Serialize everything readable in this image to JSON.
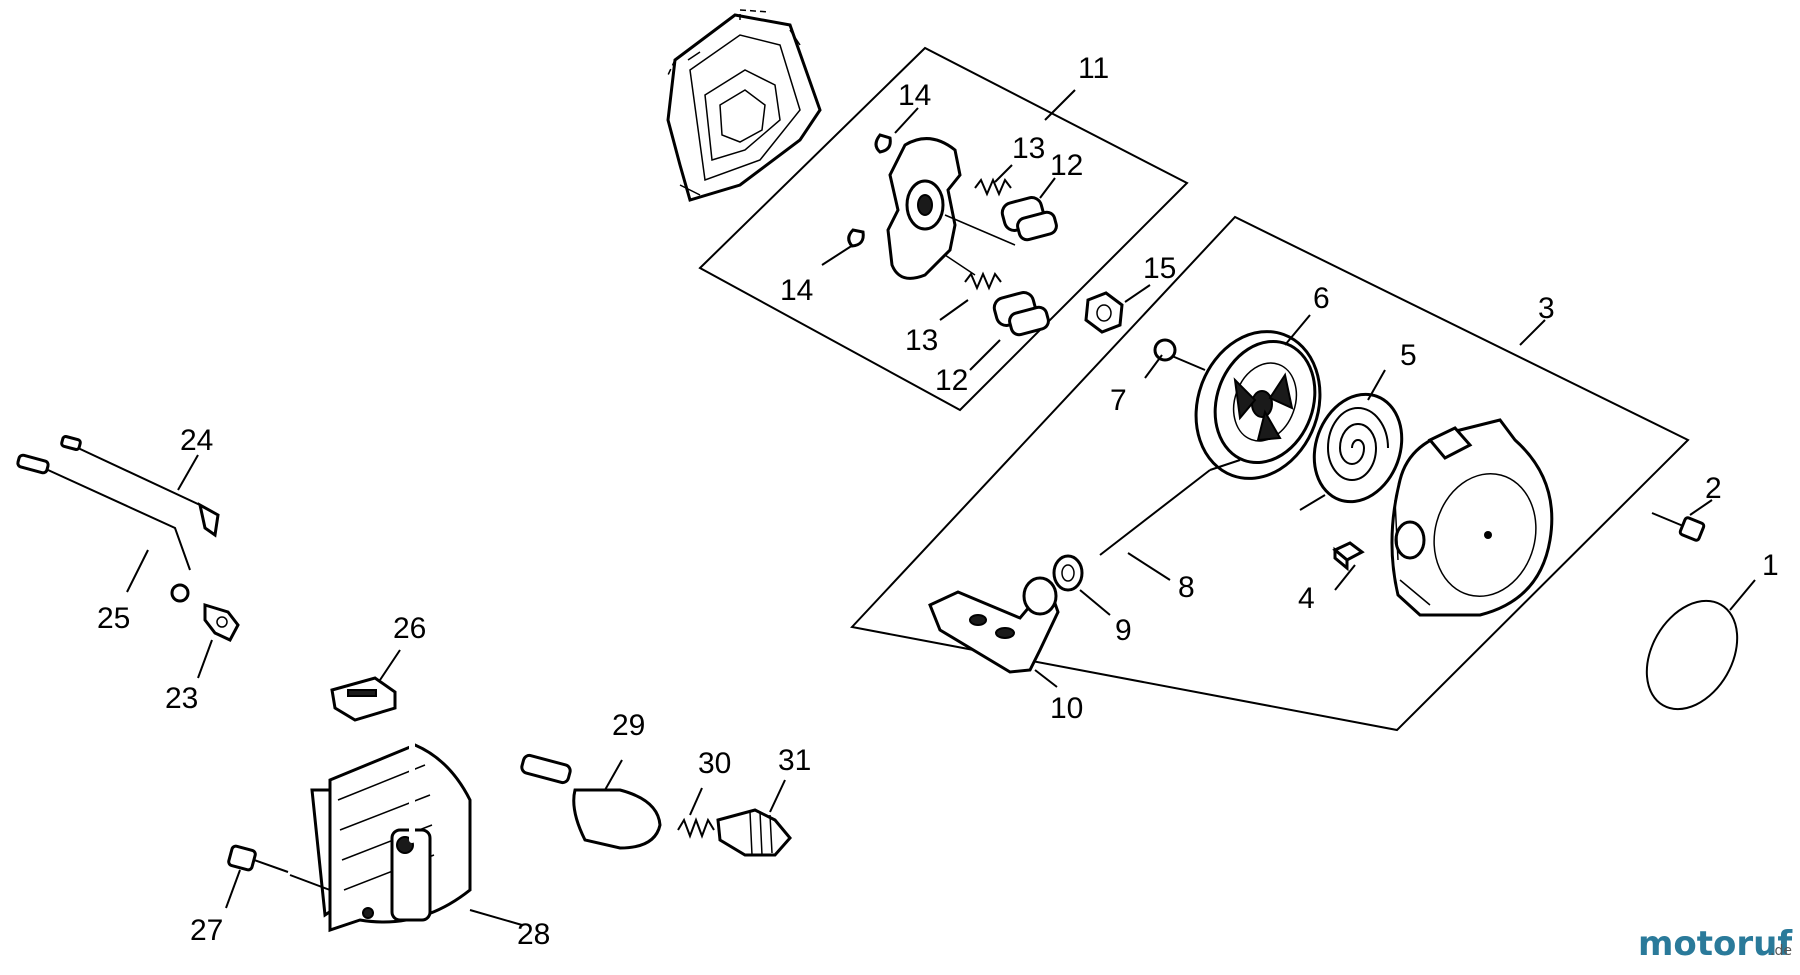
{
  "labels": {
    "n1": "1",
    "n2": "2",
    "n3": "3",
    "n4": "4",
    "n5": "5",
    "n6": "6",
    "n7": "7",
    "n8": "8",
    "n9": "9",
    "n10": "10",
    "n11": "11",
    "n12a": "12",
    "n12b": "12",
    "n13a": "13",
    "n13b": "13",
    "n14a": "14",
    "n14b": "14",
    "n15": "15",
    "n23": "23",
    "n24": "24",
    "n25": "25",
    "n26": "26",
    "n27": "27",
    "n28": "28",
    "n29": "29",
    "n30": "30",
    "n31": "31"
  },
  "watermark": {
    "brand": "motoruf",
    "tld": ".de"
  }
}
